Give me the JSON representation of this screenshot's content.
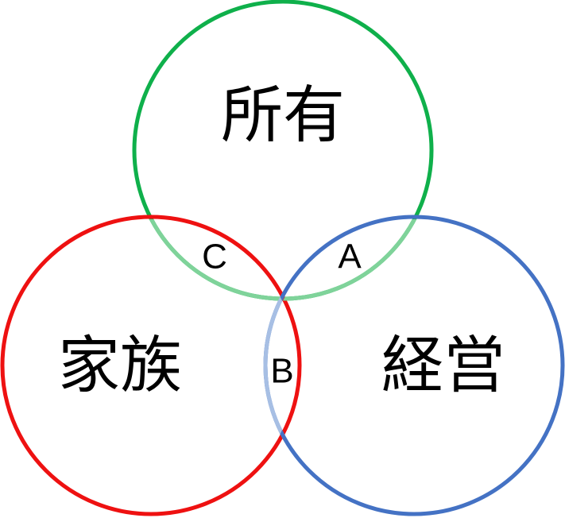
{
  "diagram": {
    "circles": [
      {
        "id": "ownership",
        "label": "所有",
        "color": "#0fb04b",
        "light_color": "#7fd39a"
      },
      {
        "id": "family",
        "label": "家族",
        "color": "#ee1111",
        "light_color": "#ee1111"
      },
      {
        "id": "management",
        "label": "経営",
        "color": "#4472c4",
        "light_color": "#a7bfe4"
      }
    ],
    "overlaps": {
      "family_ownership": "C",
      "ownership_management": "A",
      "family_management": "B"
    }
  }
}
